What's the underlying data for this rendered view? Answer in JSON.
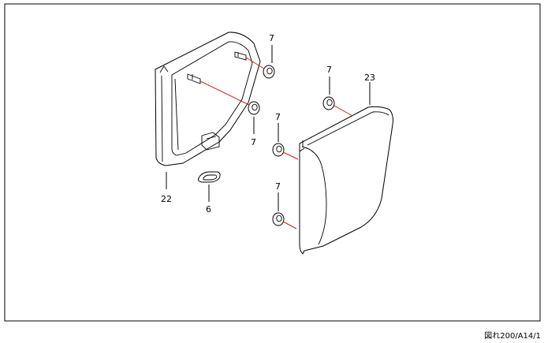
{
  "diagram": {
    "callouts": {
      "frame": "22",
      "cover": "23",
      "cushion": "6",
      "grommet_top_right": "7",
      "grommet_mid": "7",
      "grommet_cover_top": "7",
      "grommet_cover_mid": "7",
      "grommet_cover_low": "7"
    },
    "doc_reference": "図れ200/A14/1"
  }
}
